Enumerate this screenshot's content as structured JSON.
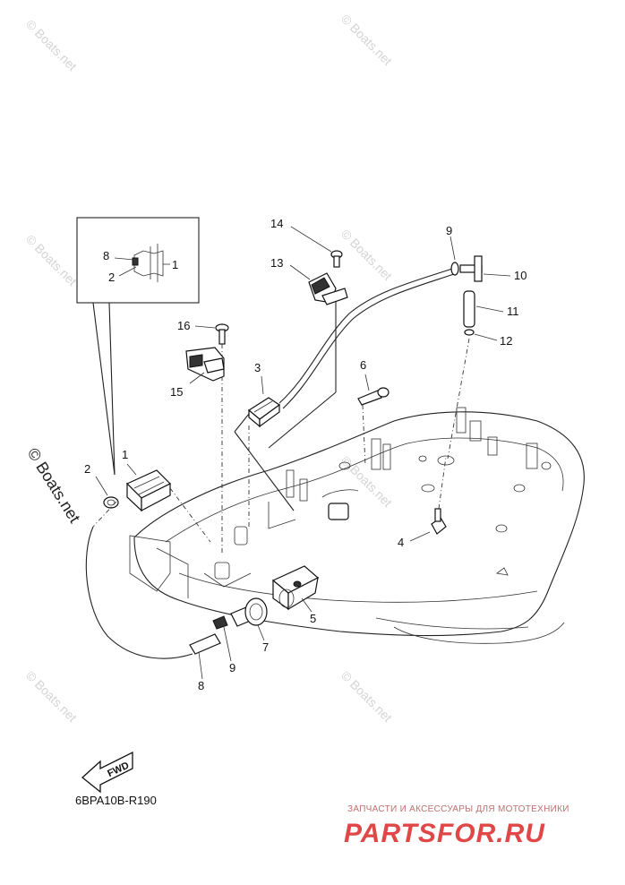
{
  "watermark": "© Boats.net",
  "diagram_code": "6BPA10B-R190",
  "fwd_label": "FWD",
  "brand": {
    "tagline": "ЗАПЧАСТИ И АКСЕССУАРЫ ДЛЯ МОТОТЕХНИКИ",
    "name": "PARTSFOR.RU"
  },
  "callouts": {
    "c1_inset": "1",
    "c2_inset": "2",
    "c8_inset": "8",
    "c1": "1",
    "c2": "2",
    "c3": "3",
    "c4": "4",
    "c5": "5",
    "c6": "6",
    "c7": "7",
    "c8": "8",
    "c9_top": "9",
    "c9_bottom": "9",
    "c10": "10",
    "c11": "11",
    "c12": "12",
    "c13": "13",
    "c14": "14",
    "c15": "15",
    "c16": "16"
  }
}
